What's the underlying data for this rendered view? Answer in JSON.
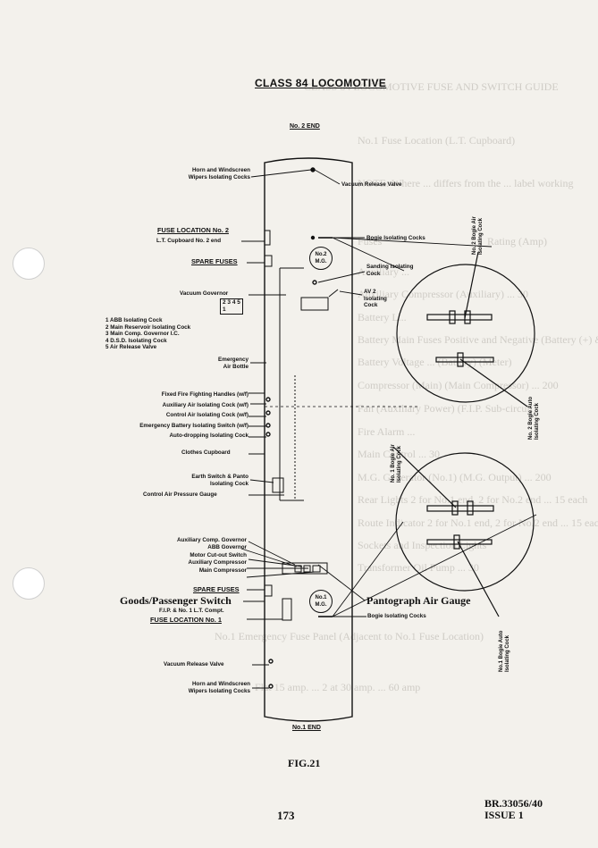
{
  "header": {
    "title": "CLASS 84 LOCOMOTIVE"
  },
  "diagram": {
    "no2_end": "No. 2 END",
    "no1_end": "No.1 END",
    "left_labels": {
      "horn_top": [
        "Horn and Windscreen",
        "Wipers Isolating Cocks"
      ],
      "fuse_loc2": "FUSE LOCATION No. 2",
      "lt_cupboard": "L.T. Cupboard No. 2 end",
      "spare_fuses_top": "SPARE FUSES",
      "vacuum_governor": "Vacuum Governor",
      "box_numbers": [
        "2 3 4 5",
        "1"
      ],
      "numbered_list": [
        "1 ABB Isolating Cock",
        "2 Main Reservoir Isolating Cock",
        "3 Main Comp. Governor I.C.",
        "4 D.S.D. Isolating Cock",
        "5 Air Release Valve"
      ],
      "emergency_bottle": [
        "Emergency",
        "Air Bottle"
      ],
      "cock_group": [
        "Fixed Fire Fighting Handles (w/f)",
        "Auxiliary Air Isolating Cock (w/f)",
        "Control Air Isolating Cock (w/f)",
        "Emergency Battery Isolating Switch (w/f)",
        "Auto-dropping Isolating Cock"
      ],
      "clothes_cupboard": "Clothes Cupboard",
      "earth_switch": [
        "Earth Switch & Panto",
        "Isolating Cock"
      ],
      "control_air": "Control Air Pressure Gauge",
      "aux_group": [
        "Auxiliary Comp. Governor",
        "ABB Governor",
        "Motor Cut-out Switch",
        "Auxiliary Compressor",
        "Main Compressor"
      ],
      "spare_fuses_bottom": "SPARE FUSES",
      "goods_passenger": "Goods/Passenger Switch",
      "fip": "F.I.P. & No. 1 L.T. Compt.",
      "fuse_loc1": "FUSE LOCATION No. 1",
      "vacuum_release_bottom": "Vacuum Release Valve",
      "horn_bottom": [
        "Horn and Windscreen",
        "Wipers Isolating Cocks"
      ]
    },
    "right_labels": {
      "vacuum_release_top": "Vacuum Release Valve",
      "bogie_top": "Bogie Isolating Cocks",
      "sanding": [
        "Sanding Isolating",
        "Cock"
      ],
      "av2": [
        "AV 2",
        "Isolating",
        "Cock"
      ],
      "pantograph": "Pantograph Air Gauge",
      "bogie_bottom": "Bogie Isolating Cocks"
    },
    "mg_top": [
      "No.2",
      "M.G."
    ],
    "mg_bottom": [
      "No.1",
      "M.G."
    ],
    "circle_labels": {
      "no2_bogie_air": [
        "No. 2 Bogie Air",
        "Isolating Cock"
      ],
      "no2_bogie_auto": [
        "No. 2 Bogie Auto",
        "Isolating Cock"
      ],
      "no1_bogie_air": [
        "No. 1 Bogie Air",
        "Isolating Cock"
      ],
      "no1_bogie_auto": [
        "No.1 Bogie Auto",
        "Isolating Cock"
      ]
    }
  },
  "footer": {
    "figure": "FIG.21",
    "page_number": "173",
    "reference": [
      "BR.33056/40",
      "ISSUE 1"
    ]
  },
  "show_through": [
    "CLASS 84 LOCOMOTIVE FUSE AND SWITCH GUIDE",
    "No.1 Fuse Location (L.T. Cupboard)",
    "NOTE: Where ... differs from the ... label working",
    "Fuses",
    "Rating (Amp)",
    "Auxiliary ...",
    "Auxiliary Compressor (Auxiliary) ... 30",
    "Battery L...",
    "Battery Main Fuses Positive and Negative (Battery (+) & (-)",
    "Battery Voltage ... (Battery) (Meter)",
    "Compressor (Main) (Main Compressor) ... 200",
    "Fan (Auxiliary Power) (F.I.P. Sub-circuit)",
    "Fire Alarm ...",
    "Main Control ... 30",
    "M.G. Generator (No.1) (M.G. Output) ... 200",
    "Rear Lights 2 for No.1 end, 2 for No.2 end ... 15 each",
    "Route Indicator 2 for No.1 end, 2 for No.2 end ... 15 each",
    "Sockets and Inspection Lights",
    "Transformer Oil Pump ... 30",
    "No.1 Emergency Fuse Panel (Adjacent to No.1 Fuse Location)",
    "Flat 15 amp. ... 2 at 30 amp. ... 60 amp"
  ]
}
